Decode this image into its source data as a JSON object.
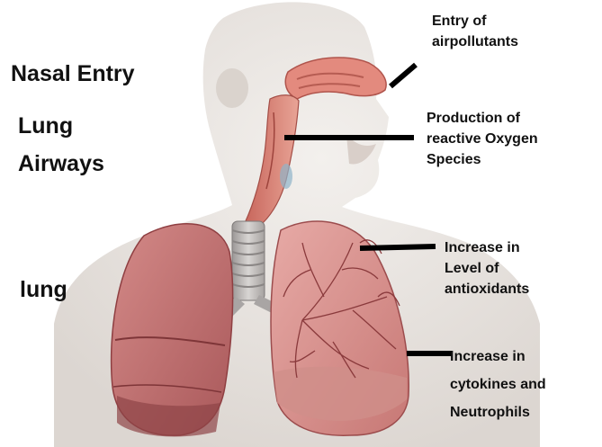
{
  "left_labels": {
    "nasal_entry": "Nasal Entry",
    "lung": "Lung",
    "airways": "Airways",
    "lung_lower": "lung"
  },
  "right_labels": {
    "entry_line1": "Entry of",
    "entry_line2": "airpollutants",
    "ros_line1": "Production of",
    "ros_line2": "reactive Oxygen",
    "ros_line3": "Species",
    "antiox_line1": "Increase in",
    "antiox_line2": "Level of",
    "antiox_line3": "antioxidants",
    "cyto_line1": "Increase in",
    "cyto_line2": "cytokines and",
    "cyto_line3": "Neutrophils"
  },
  "colors": {
    "skin": "#e9e4e0",
    "lung_tissue": "#c97a7a",
    "lung_dark": "#9e4d4f",
    "airway": "#d98a7d",
    "trachea": "#b9b5b4",
    "callout_line": "#000000"
  }
}
